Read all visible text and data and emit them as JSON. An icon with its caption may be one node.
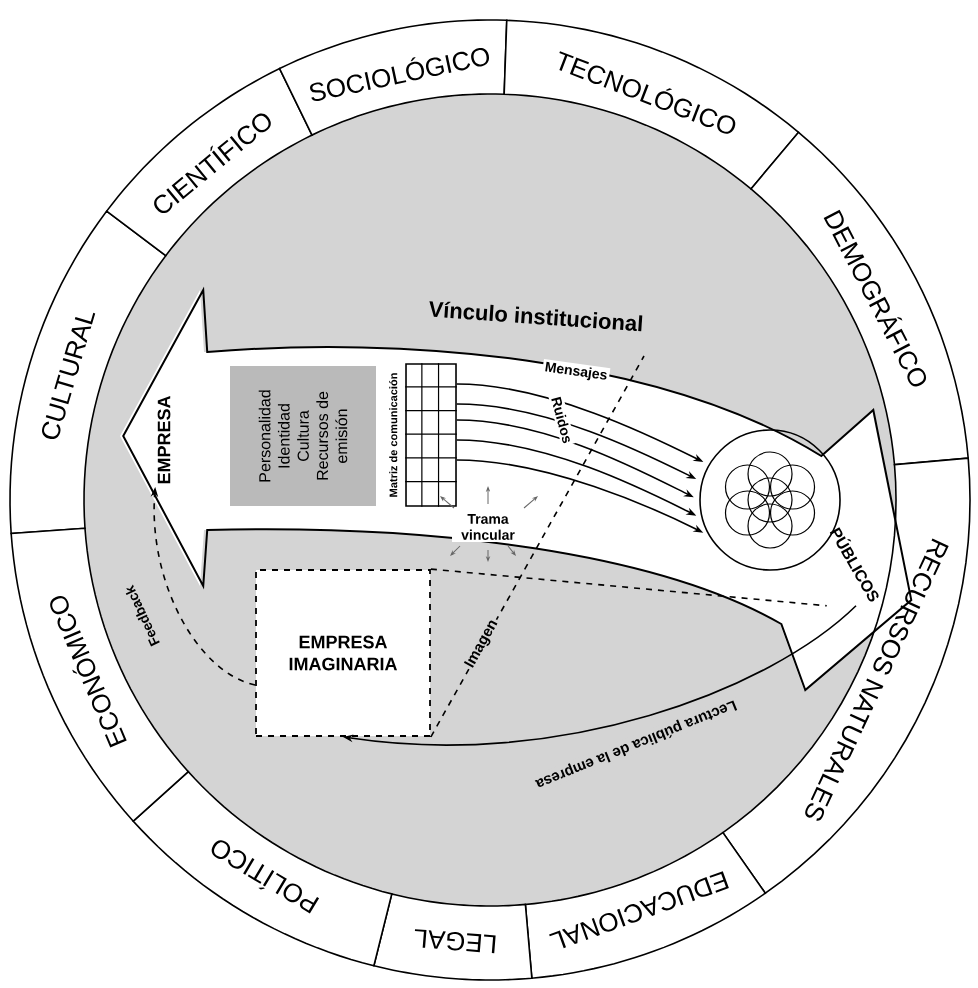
{
  "diagram": {
    "nodes": [
      {
        "text": [
          "CULTURAL"
        ]
      },
      {
        "text": [
          "CIENTÍFICO"
        ]
      },
      {
        "text": [
          "SOCIOLÓGICO"
        ]
      },
      {
        "text": [
          "TECNOLÓGICO"
        ]
      },
      {
        "text": [
          "DEMOGRÁFICO"
        ]
      },
      {
        "text": [
          "RECURSOS NATURALES"
        ]
      },
      {
        "text": [
          "EDUCACIONAL"
        ]
      },
      {
        "text": [
          "LEGAL"
        ]
      },
      {
        "text": [
          "POLÍTICO"
        ]
      },
      {
        "text": [
          "ECONÓMICO"
        ]
      },
      {
        "text": [
          "EMPRESA"
        ]
      },
      {
        "text": [
          "Personalidad Identidad Cultura Recursos de emisión"
        ]
      },
      {
        "text": [],
        "shape": "box",
        "beside": [
          "Matriz de comunicación"
        ]
      },
      {
        "text": [],
        "shape": "circle"
      },
      {
        "text": [
          "PÚBLICOS"
        ]
      },
      {
        "text": [
          "EMPRESA IMAGINARIA"
        ]
      }
    ],
    "edges": [
      {
        "from": 12,
        "to": 13,
        "arrow": "to",
        "label": "Mensajes"
      },
      {
        "from": 12,
        "to": 13,
        "arrow": "to"
      },
      {
        "from": 12,
        "to": 13,
        "arrow": "to"
      },
      {
        "from": 12,
        "to": 13,
        "arrow": "to"
      },
      {
        "from": 12,
        "to": 13,
        "arrow": "to"
      },
      {
        "from": 15,
        "to": 10,
        "arrow": "to",
        "label": "Feedback",
        "style": "dashed"
      },
      {
        "from": 15,
        "to": null,
        "arrow": "none",
        "label": "Imagen",
        "style": "dashed"
      },
      {
        "from": 15,
        "to": 14,
        "arrow": "none",
        "style": "dashed"
      },
      {
        "from": 14,
        "to": 15,
        "arrow": "to",
        "label": "Lectura pública de la empresa"
      },
      {
        "from": 10,
        "to": 14,
        "arrow": "both",
        "style": "thick"
      }
    ],
    "labels": [
      "Vínculo institucional",
      "Ruidos",
      "Trama vincular"
    ]
  }
}
